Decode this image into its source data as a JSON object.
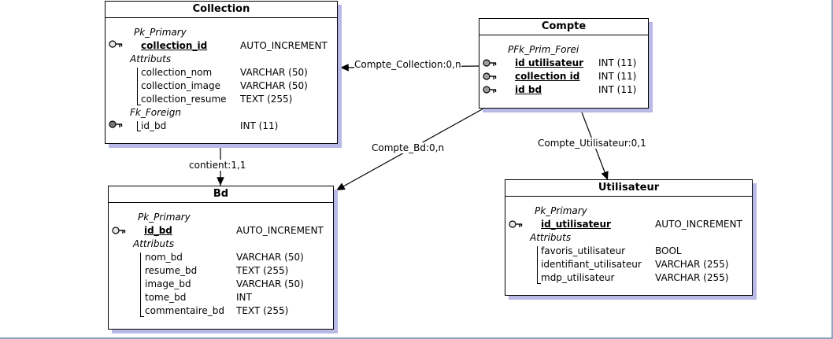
{
  "entities": {
    "collection": {
      "title": "Collection",
      "pk_section": "Pk_Primary",
      "pk": [
        {
          "name": "collection_id",
          "type": "AUTO_INCREMENT"
        }
      ],
      "attr_section": "Attributs",
      "attrs": [
        {
          "name": "collection_nom",
          "type": "VARCHAR (50)"
        },
        {
          "name": "collection_image",
          "type": "VARCHAR (50)"
        },
        {
          "name": "collection_resume",
          "type": "TEXT (255)"
        }
      ],
      "fk_section": "Fk_Foreign",
      "fk": [
        {
          "name": "id_bd",
          "type": "INT (11)"
        }
      ]
    },
    "compte": {
      "title": "Compte",
      "pk_section": "PFk_Prim_Forei",
      "pk": [
        {
          "name": "id utilisateur",
          "type": "INT (11)"
        },
        {
          "name": "collection id",
          "type": "INT (11)"
        },
        {
          "name": "id bd",
          "type": "INT (11)"
        }
      ]
    },
    "bd": {
      "title": "Bd",
      "pk_section": "Pk_Primary",
      "pk": [
        {
          "name": "id_bd",
          "type": "AUTO_INCREMENT"
        }
      ],
      "attr_section": "Attributs",
      "attrs": [
        {
          "name": "nom_bd",
          "type": "VARCHAR (50)"
        },
        {
          "name": "resume_bd",
          "type": "TEXT (255)"
        },
        {
          "name": "image_bd",
          "type": "VARCHAR (50)"
        },
        {
          "name": "tome_bd",
          "type": "INT"
        },
        {
          "name": "commentaire_bd",
          "type": "TEXT (255)"
        }
      ]
    },
    "utilisateur": {
      "title": "Utilisateur",
      "pk_section": "Pk_Primary",
      "pk": [
        {
          "name": "id_utilisateur",
          "type": "AUTO_INCREMENT"
        }
      ],
      "attr_section": "Attributs",
      "attrs": [
        {
          "name": "favoris_utilisateur",
          "type": "BOOL"
        },
        {
          "name": "identifiant_utilisateur",
          "type": "VARCHAR (255)"
        },
        {
          "name": "mdp_utilisateur",
          "type": "VARCHAR (255)"
        }
      ]
    }
  },
  "relations": {
    "compte_collection": "Compte_Collection:0,n",
    "compte_bd": "Compte_Bd:0,n",
    "compte_utilisateur": "Compte_Utilisateur:0,1",
    "contient": "contient:1,1"
  },
  "colors": {
    "shadow": "#b9b9e6",
    "frame": "#8ea6bd",
    "key_light": "#e8e8e8",
    "key_dark": "#7a7a7a"
  }
}
